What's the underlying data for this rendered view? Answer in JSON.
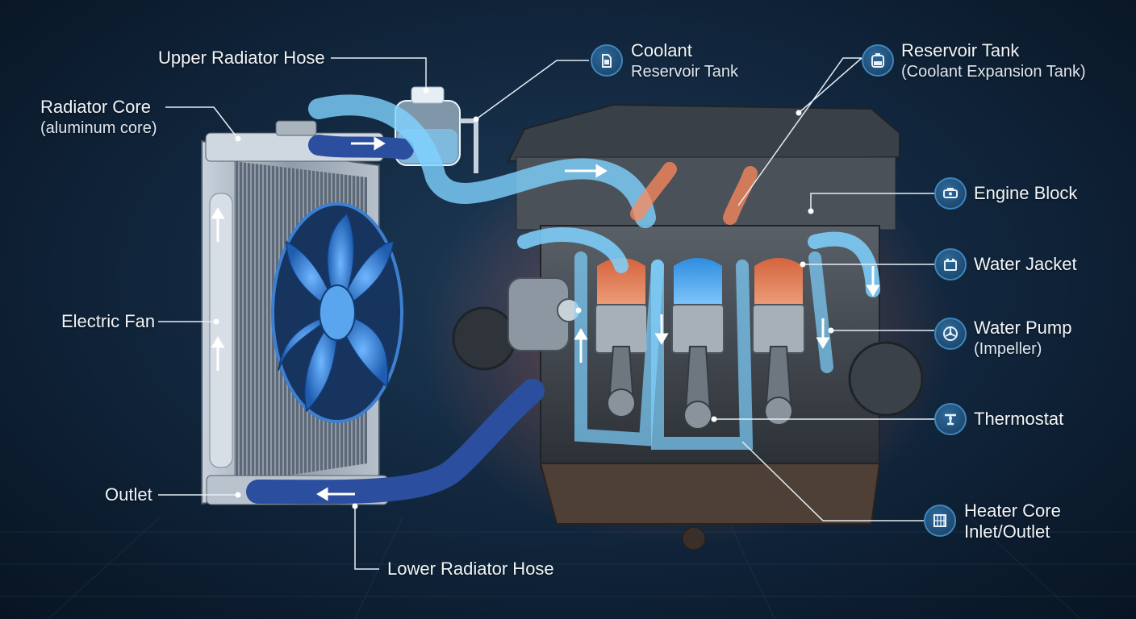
{
  "labels": {
    "upper_radiator_hose": "Upper Radiator Hose",
    "radiator_core": "Radiator Core",
    "radiator_core_sub": "(aluminum core)",
    "electric_fan": "Electric Fan",
    "outlet": "Outlet",
    "lower_radiator_hose": "Lower Radiator Hose",
    "coolant": "Coolant",
    "coolant_sub": "Reservoir Tank",
    "reservoir_tank": "Reservoir Tank",
    "reservoir_tank_sub": "(Coolant Expansion Tank)",
    "engine_block": "Engine Block",
    "water_jacket": "Water Jacket",
    "water_pump": "Water Pump",
    "water_pump_sub": "(Impeller)",
    "thermostat": "Thermostat",
    "heater_core": "Heater Core",
    "heater_core_sub": "Inlet/Outlet"
  },
  "icons": {
    "coolant": "jug-icon",
    "reservoir_tank": "tank-icon",
    "engine_block": "engine-icon",
    "water_jacket": "battery-jacket-icon",
    "water_pump": "impeller-icon",
    "thermostat": "thermostat-icon",
    "heater_core": "grid-icon"
  },
  "colors": {
    "background": "#10243a",
    "coolant_cold": "#5fc1f2",
    "coolant_hot": "#e0603c",
    "hose": "#2b4f9e",
    "leader_line": "#e6edf5"
  }
}
